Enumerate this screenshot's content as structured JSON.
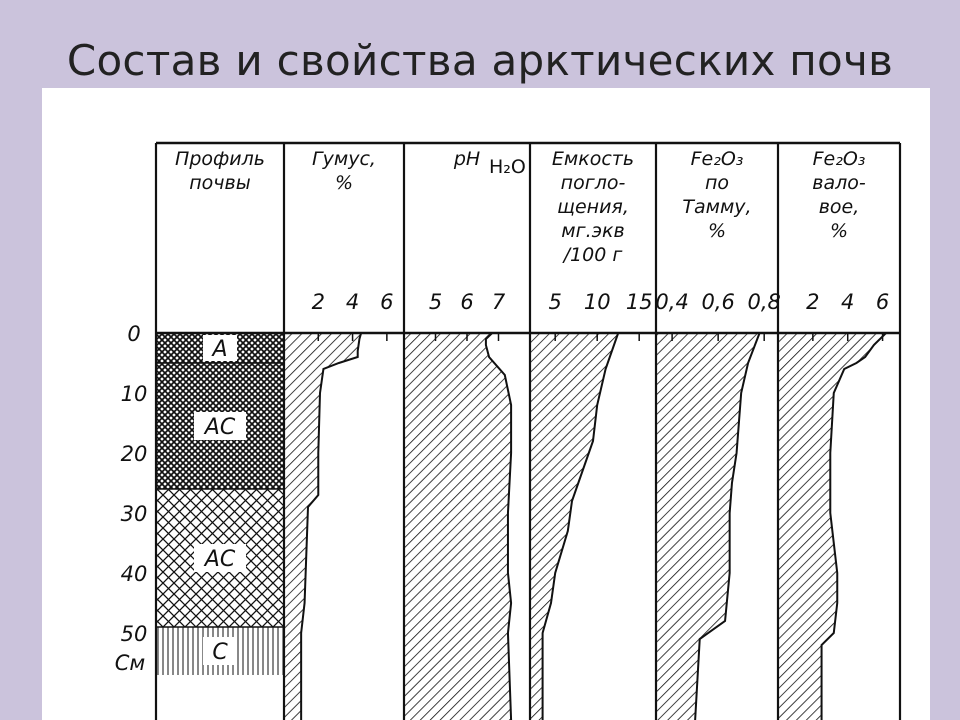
{
  "slide": {
    "title": "Состав и свойства арктических почв"
  },
  "chart_data": {
    "type": "area",
    "title": "",
    "depth_axis": {
      "ticks": [
        "0",
        "10",
        "20",
        "30",
        "40",
        "50"
      ],
      "tick_values": [
        0,
        10,
        20,
        30,
        40,
        50
      ],
      "unit": "См",
      "range": [
        0,
        57
      ]
    },
    "profile": {
      "header": [
        "Профиль",
        "почвы"
      ],
      "horizons": [
        {
          "label": "A",
          "top": 0,
          "bottom": 5,
          "pattern": "dense"
        },
        {
          "label": "AC",
          "top": 5,
          "bottom": 26,
          "pattern": "dense"
        },
        {
          "label": "AC",
          "top": 26,
          "bottom": 49,
          "pattern": "open"
        },
        {
          "label": "C",
          "top": 49,
          "bottom": 57,
          "pattern": "vertical"
        }
      ]
    },
    "series": [
      {
        "header": [
          "Гумус,",
          "%"
        ],
        "tick_labels": [
          "2",
          "4",
          "6"
        ],
        "ticks": [
          2,
          4,
          6
        ],
        "range": [
          0,
          7
        ],
        "depth": [
          0,
          1,
          3,
          4,
          5,
          6,
          10,
          20,
          27,
          29,
          45,
          50,
          57
        ],
        "values": [
          4.5,
          4.4,
          4.3,
          4.3,
          3.2,
          2.3,
          2.1,
          2.0,
          2.0,
          1.4,
          1.2,
          1.0,
          1.0
        ]
      },
      {
        "header": [
          "pH"
        ],
        "header_sub": "H₂O",
        "tick_labels": [
          "5",
          "6",
          "7"
        ],
        "ticks": [
          5,
          6,
          7
        ],
        "range": [
          4,
          8
        ],
        "depth": [
          0,
          1,
          2,
          4,
          7,
          12,
          20,
          30,
          40,
          45,
          50,
          57
        ],
        "values": [
          6.8,
          6.6,
          6.6,
          6.7,
          7.2,
          7.4,
          7.4,
          7.3,
          7.3,
          7.4,
          7.3,
          7.4
        ]
      },
      {
        "header": [
          "Емкость",
          "погло-",
          "щения,",
          "мг.экв",
          "/100 г"
        ],
        "tick_labels": [
          "5",
          "10",
          "15"
        ],
        "ticks": [
          5,
          10,
          15
        ],
        "range": [
          2,
          17
        ],
        "depth": [
          0,
          2,
          4,
          6,
          12,
          18,
          24,
          28,
          33,
          40,
          45,
          50,
          57
        ],
        "values": [
          12.5,
          12.0,
          11.5,
          11.0,
          10.0,
          9.5,
          8.0,
          7.0,
          6.5,
          5.0,
          4.5,
          3.5,
          3.5
        ]
      },
      {
        "header": [
          "Fe₂O₃",
          "по",
          "Тамму,",
          "%"
        ],
        "tick_labels": [
          "0,4",
          "0,6",
          "0,8"
        ],
        "ticks": [
          0.4,
          0.6,
          0.8
        ],
        "range": [
          0.33,
          0.86
        ],
        "depth": [
          0,
          2,
          5,
          10,
          15,
          20,
          25,
          30,
          40,
          48,
          51,
          57
        ],
        "values": [
          0.78,
          0.76,
          0.73,
          0.7,
          0.69,
          0.68,
          0.66,
          0.65,
          0.65,
          0.63,
          0.52,
          0.5
        ]
      },
      {
        "header": [
          "Fe₂O₃",
          "вало-",
          "вое,",
          "%"
        ],
        "tick_labels": [
          "2",
          "4",
          "6"
        ],
        "ticks": [
          2,
          4,
          6
        ],
        "range": [
          0,
          7
        ],
        "depth": [
          0,
          2,
          4,
          5,
          6,
          10,
          20,
          30,
          35,
          40,
          45,
          50,
          52,
          57
        ],
        "values": [
          6.2,
          5.5,
          5.0,
          4.5,
          3.8,
          3.2,
          3.0,
          3.0,
          3.2,
          3.4,
          3.4,
          3.2,
          2.5,
          2.5
        ]
      }
    ]
  }
}
